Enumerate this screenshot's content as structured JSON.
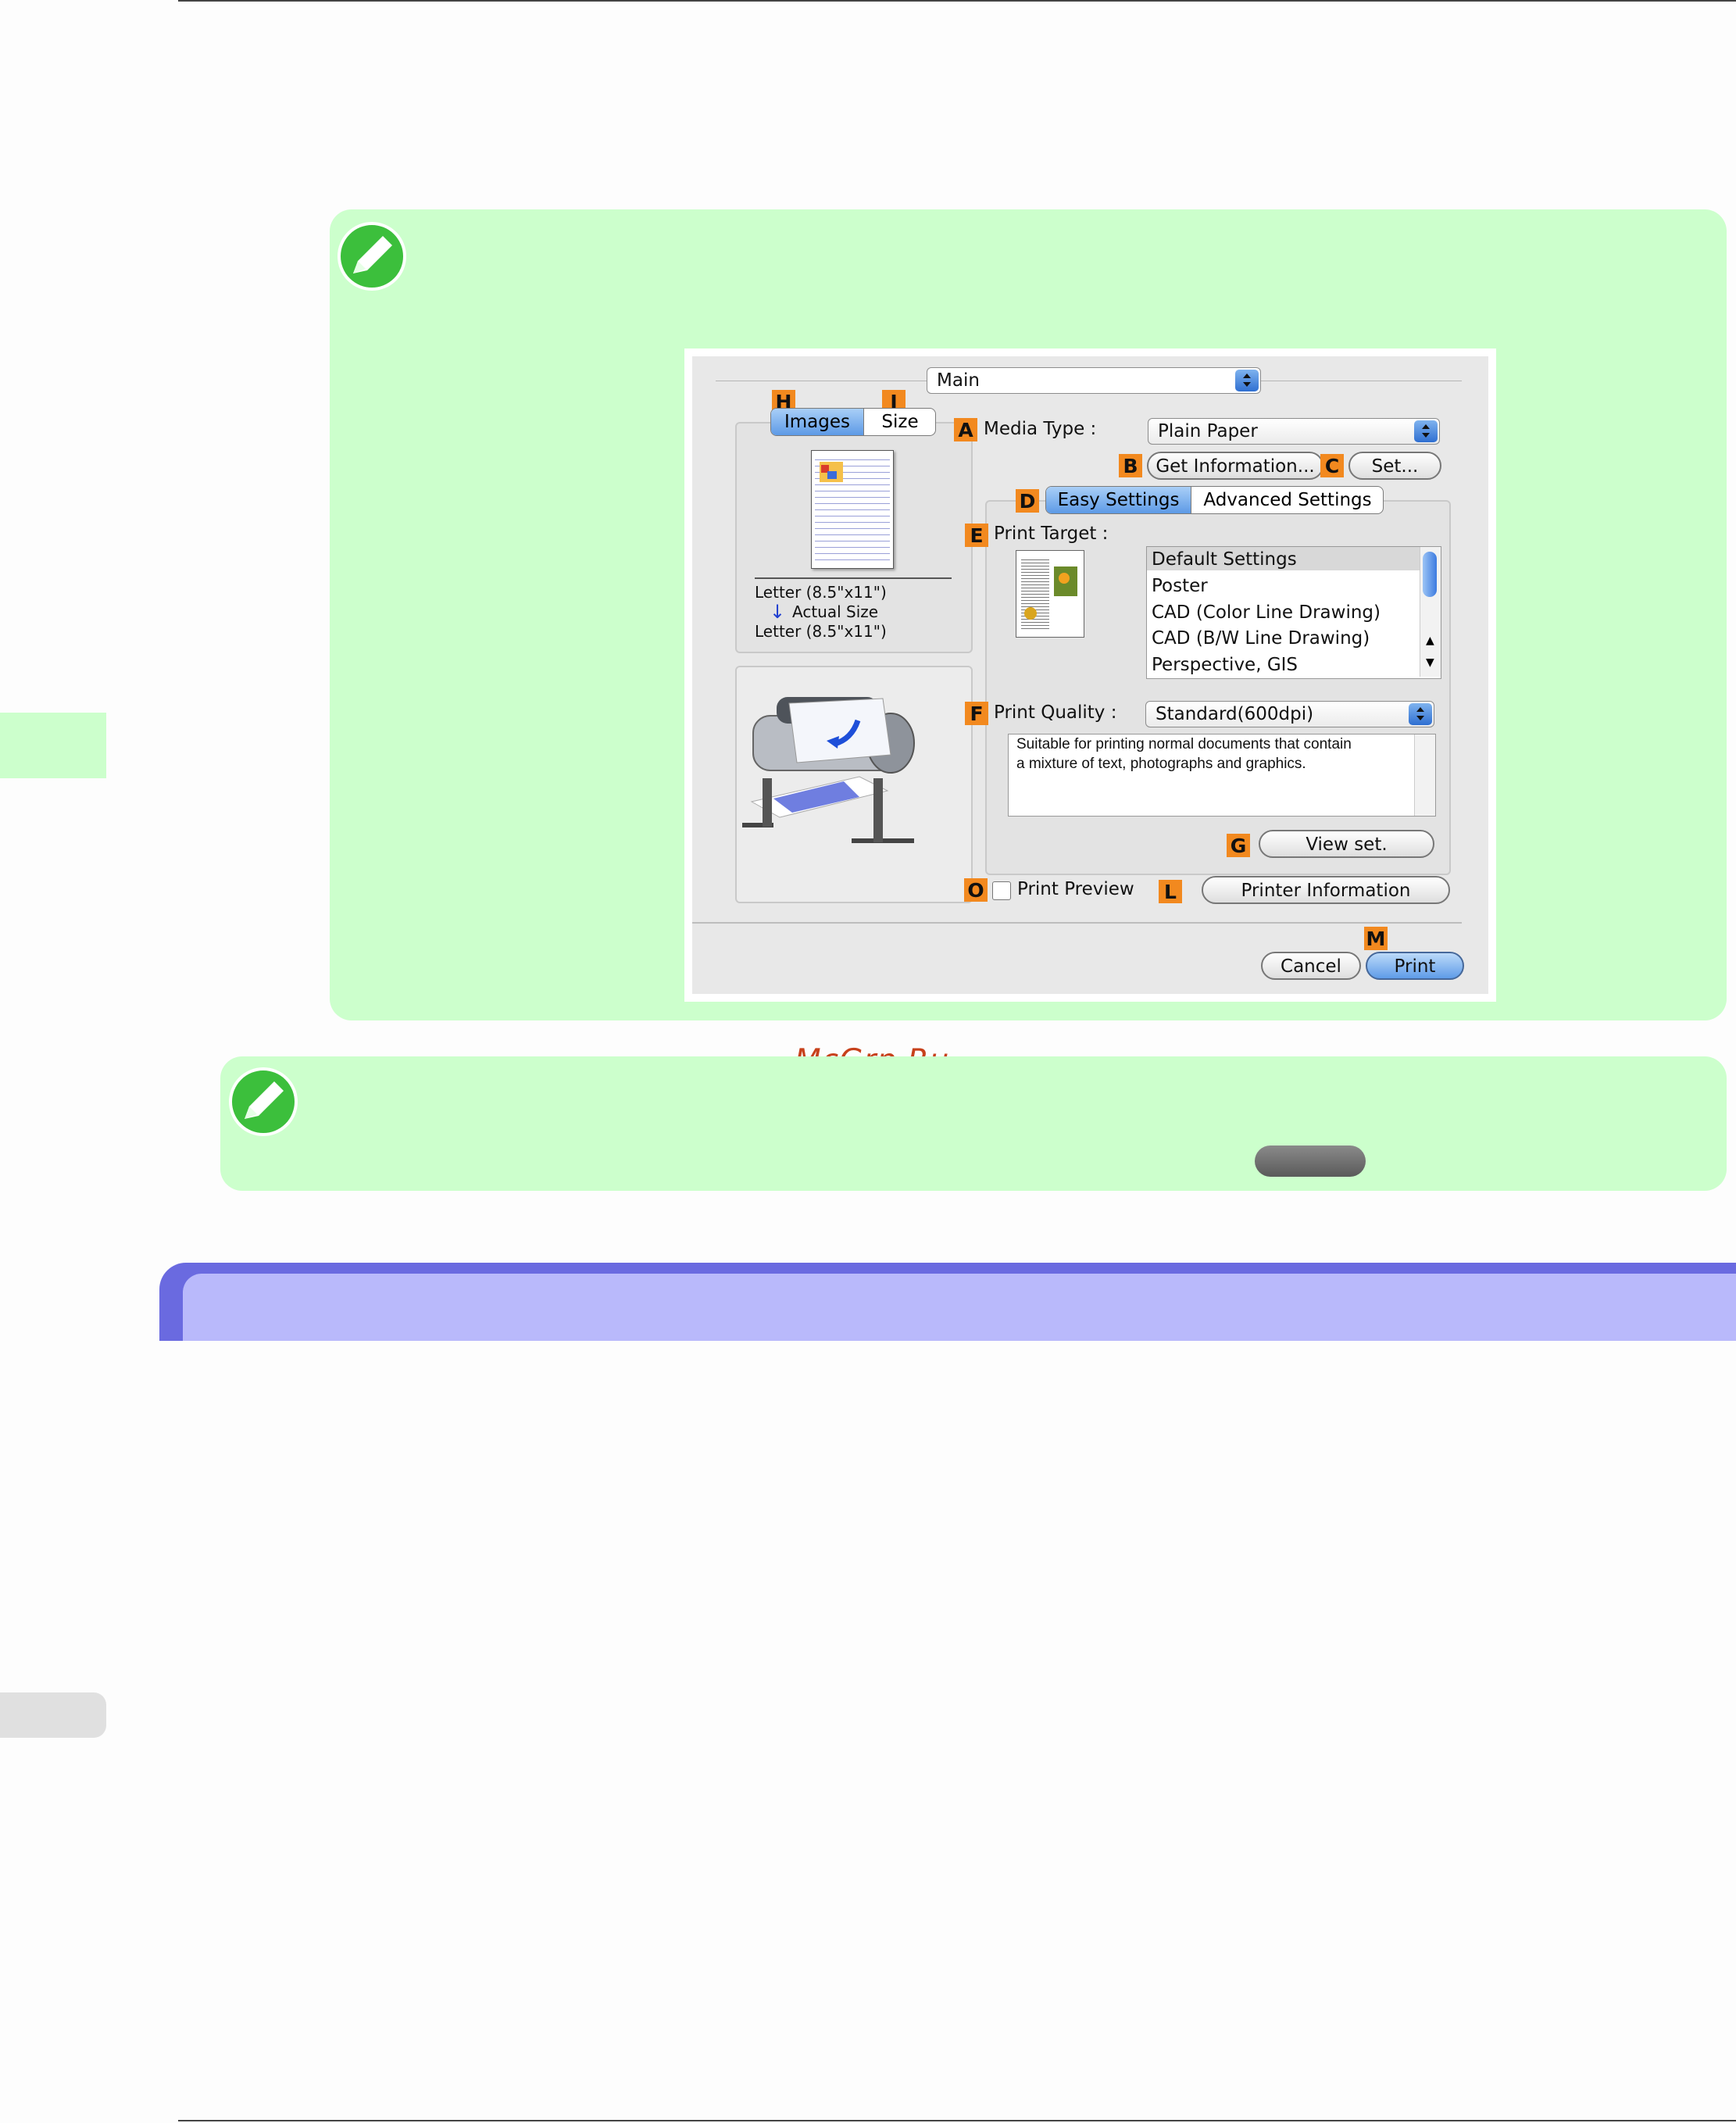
{
  "watermark": "McGrp.Ru",
  "dialog": {
    "main_popup": "Main",
    "tabs": {
      "images": "Images",
      "size": "Size"
    },
    "keys": {
      "a": "A",
      "b": "B",
      "c": "C",
      "d": "D",
      "e": "E",
      "f": "F",
      "g": "G",
      "h": "H",
      "i": "I",
      "l": "L",
      "m": "M",
      "o": "O"
    },
    "media_type_label": "Media Type :",
    "media_type_value": "Plain Paper",
    "get_information": "Get Information...",
    "set": "Set...",
    "settings_tabs": {
      "easy": "Easy Settings",
      "advanced": "Advanced Settings"
    },
    "print_target_label": "Print Target :",
    "print_target_items": [
      "Default Settings",
      "Poster",
      "CAD (Color Line Drawing)",
      "CAD (B/W Line Drawing)",
      "Perspective, GIS"
    ],
    "print_quality_label": "Print Quality :",
    "print_quality_value": "Standard(600dpi)",
    "description_line1": "Suitable for printing normal documents that contain",
    "description_line2": "a mixture of text, photographs and graphics.",
    "view_set": "View set.",
    "print_preview": "Print Preview",
    "printer_information": "Printer Information",
    "cancel": "Cancel",
    "print": "Print",
    "size_from": "Letter (8.5\"x11\")",
    "size_mode": "Actual Size",
    "size_to": "Letter (8.5\"x11\")"
  },
  "colors": {
    "note_bg": "#ccffcc",
    "key_orange": "#f2891f",
    "section_bar": "#6a6ae0",
    "section_bar_inner": "#b9b9fb"
  }
}
